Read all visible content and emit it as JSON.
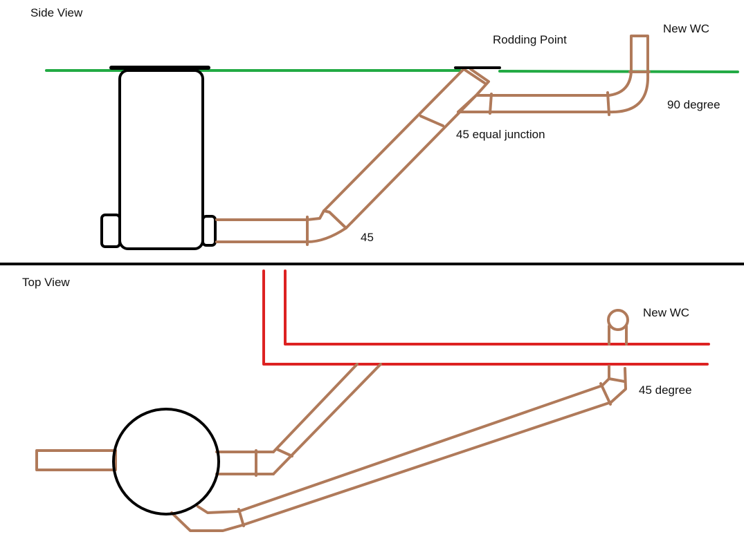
{
  "side_view": {
    "title": "Side View",
    "labels": {
      "rodding_point": "Rodding Point",
      "new_wc": "New WC",
      "bend_90": "90 degree",
      "junction": "45 equal junction",
      "bend_45": "45"
    }
  },
  "top_view": {
    "title": "Top View",
    "labels": {
      "new_wc": "New WC",
      "bend_45": "45 degree"
    }
  },
  "colors": {
    "pipe": "#B07A5A",
    "ground": "#22AA44",
    "wall": "#DD2222",
    "outline": "#000000",
    "background": "#FFFFFF"
  }
}
